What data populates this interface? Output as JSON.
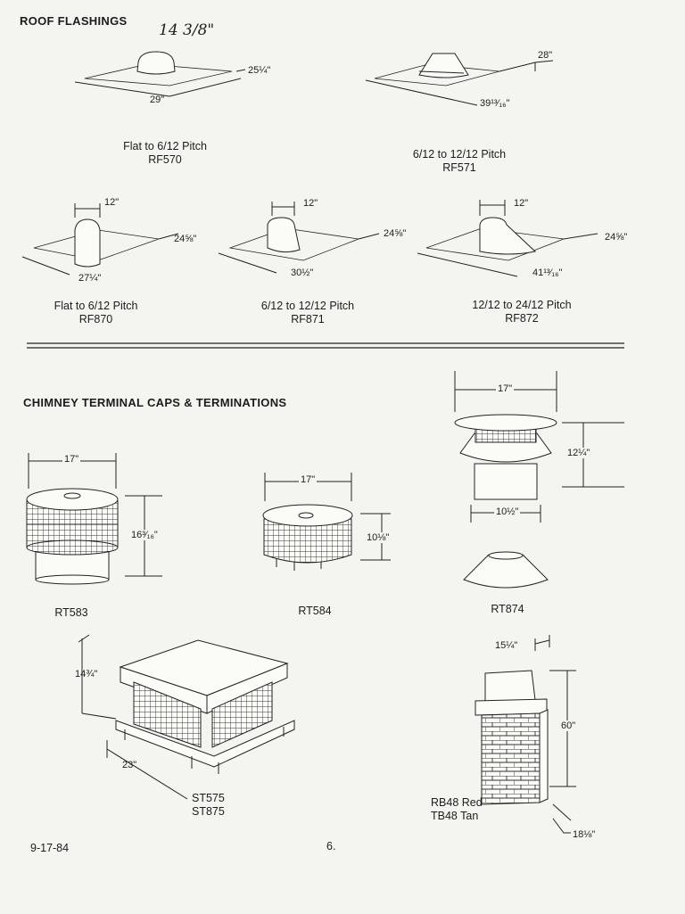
{
  "roof_flashings": {
    "heading": "ROOF FLASHINGS",
    "handwritten_note": "14 3/8\"",
    "items": [
      {
        "pitch": "Flat to 6/12 Pitch",
        "model": "RF570",
        "dims": [
          "25¼\"",
          "29\""
        ]
      },
      {
        "pitch": "6/12 to 12/12 Pitch",
        "model": "RF571",
        "dims": [
          "28\"",
          "39¹³⁄₁₆\""
        ]
      },
      {
        "pitch": "Flat to 6/12 Pitch",
        "model": "RF870",
        "dims": [
          "12\"",
          "24⅝\"",
          "27¼\""
        ]
      },
      {
        "pitch": "6/12 to 12/12 Pitch",
        "model": "RF871",
        "dims": [
          "12\"",
          "24⅝\"",
          "30½\""
        ]
      },
      {
        "pitch": "12/12 to 24/12 Pitch",
        "model": "RF872",
        "dims": [
          "12\"",
          "24⅝\"",
          "41¹³⁄₁₆\""
        ]
      }
    ]
  },
  "chimney_caps": {
    "heading": "CHIMNEY TERMINAL CAPS & TERMINATIONS",
    "items": [
      {
        "model": "RT583",
        "dims": [
          "17\"",
          "16³⁄₁₆\""
        ]
      },
      {
        "model": "RT584",
        "dims": [
          "17\"",
          "10⅛\""
        ]
      },
      {
        "model": "RT874",
        "dims": [
          "17\"",
          "12¼\"",
          "10½\""
        ]
      },
      {
        "model_line1": "ST575",
        "model_line2": "ST875",
        "dims": [
          "14¾\"",
          "23\""
        ]
      },
      {
        "model_line1": "RB48 Red",
        "model_line2": "TB48 Tan",
        "dims": [
          "15¼\"",
          "60\"",
          "18⅛\""
        ]
      }
    ]
  },
  "footer": {
    "date": "9-17-84",
    "page": "6."
  }
}
